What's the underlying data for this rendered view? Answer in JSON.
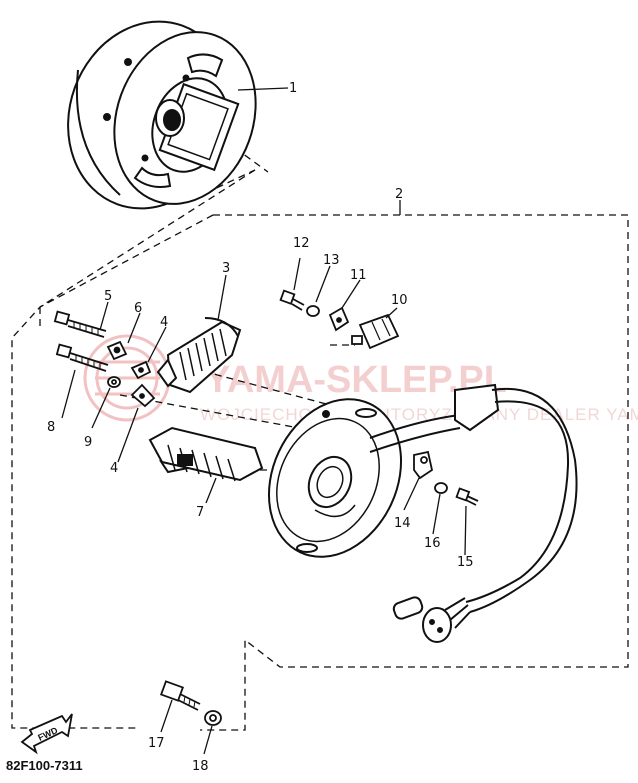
{
  "diagram": {
    "part_code": "82F100-7311",
    "direction_badge": "FWD",
    "watermark": {
      "brand": "YAMA-SKLEP.PL",
      "tagline": "WOJCIECHOWSKI AUTORYZOWANY DEALER YAMAHA"
    },
    "callouts": {
      "c1": "1",
      "c2": "2",
      "c3": "3",
      "c4a": "4",
      "c4b": "4",
      "c5": "5",
      "c6": "6",
      "c7": "7",
      "c8": "8",
      "c9": "9",
      "c10": "10",
      "c11": "11",
      "c12": "12",
      "c13": "13",
      "c14": "14",
      "c15": "15",
      "c16": "16",
      "c17": "17",
      "c18": "18"
    },
    "colors": {
      "ink": "#111111",
      "watermark": "#f0b8b8"
    }
  }
}
